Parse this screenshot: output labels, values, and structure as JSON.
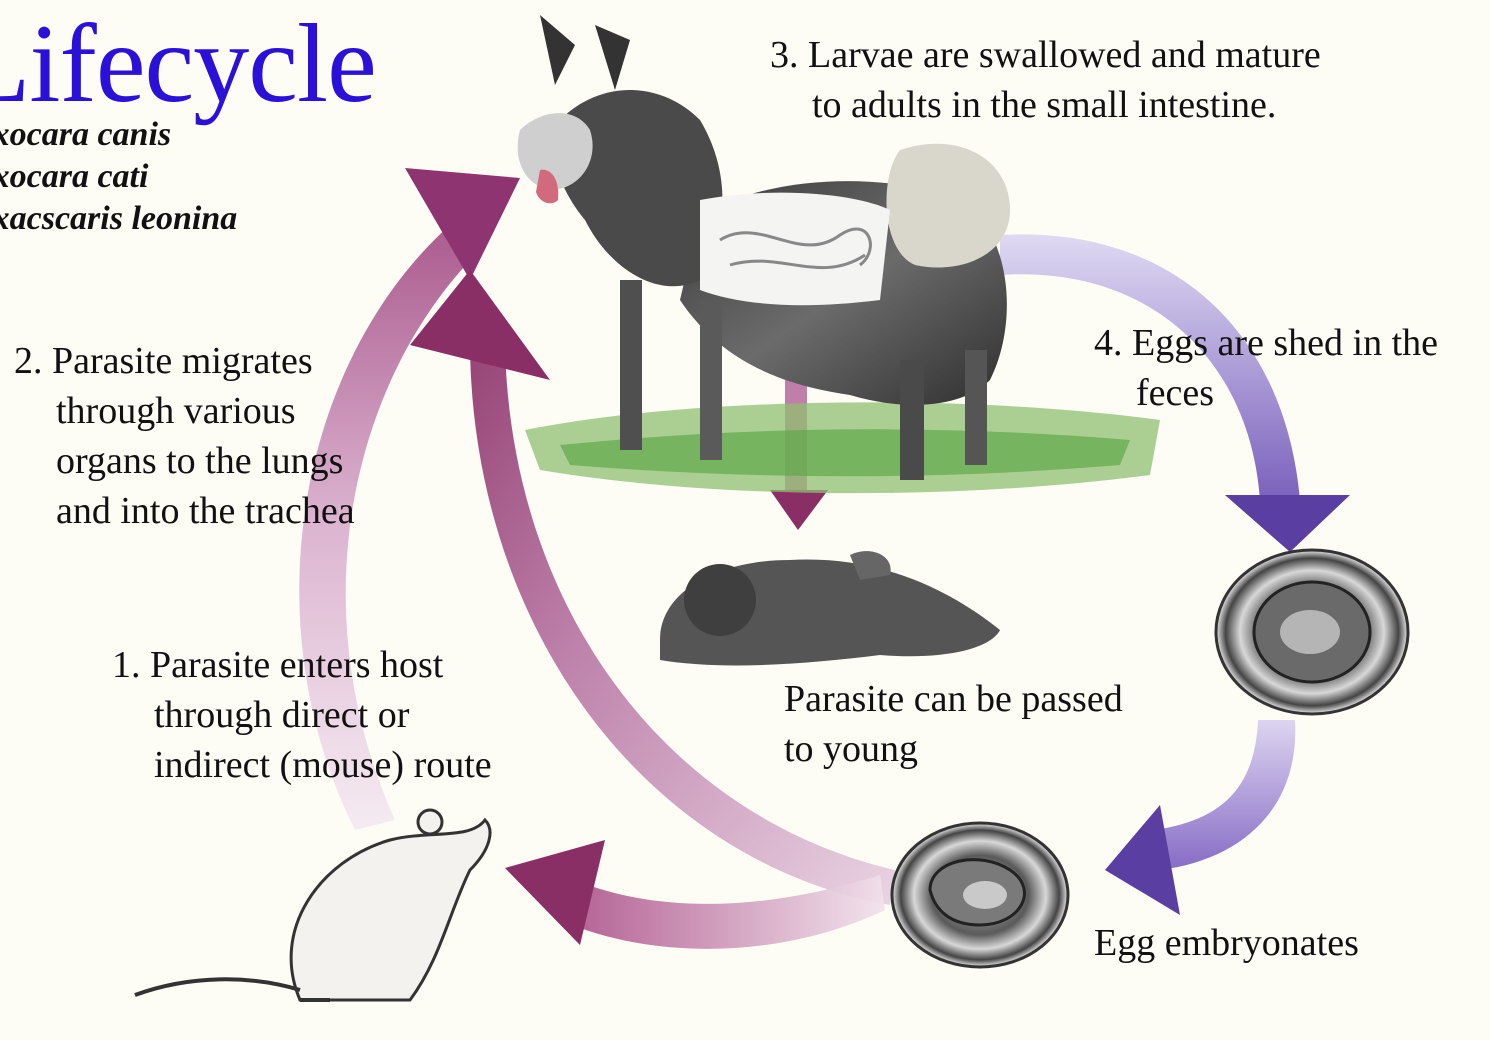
{
  "title": "Lifecycle",
  "species": [
    "Toxocara canis",
    "Toxocara cati",
    "Toxacscaris leonina"
  ],
  "steps": {
    "step1": {
      "line1": "1. Parasite enters host",
      "line2": "through direct or",
      "line3": "indirect (mouse) route"
    },
    "step2": {
      "line1": "2. Parasite migrates",
      "line2": "through various",
      "line3": "organs to the lungs",
      "line4": "and into the trachea"
    },
    "step3": {
      "line1": "3. Larvae are swallowed and mature",
      "line2": "to adults in the small intestine."
    },
    "step4": {
      "line1": "4. Eggs are shed in the",
      "line2": "feces"
    }
  },
  "notes": {
    "young": {
      "line1": "Parasite can be passed",
      "line2": "to young"
    },
    "embryonate": "Egg embryonates"
  },
  "colors": {
    "title": "#2a10d8",
    "arrow_magenta": "#8a2e66",
    "arrow_pink": "#c488b6",
    "arrow_violet": "#6a4ab0",
    "arrow_lavender": "#b6a8e0",
    "grass": "#5fa84a"
  }
}
